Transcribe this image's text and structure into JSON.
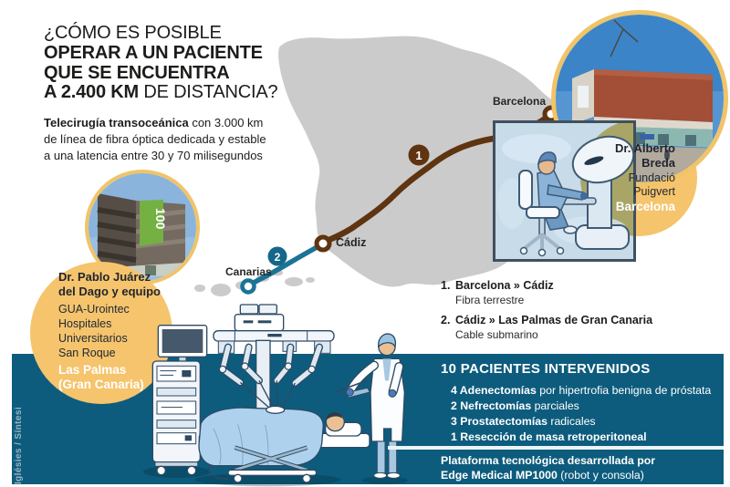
{
  "title": {
    "l1": "¿CÓMO ES POSIBLE",
    "l2": "OPERAR A UN PACIENTE",
    "l3": "QUE SE ENCUENTRA",
    "l4b": "A 2.400 KM",
    "l4r": " DE DISTANCIA?"
  },
  "intro": {
    "b": "Telecirugía transoceánica",
    "r": " con 3.000 km",
    "l2": "de línea de fibra óptica dedicada y estable",
    "l3": "a una latencia entre 30 y 70 milisegundos"
  },
  "map": {
    "barcelona": "Barcelona",
    "cadiz": "Cádiz",
    "canarias": "Canarias",
    "badge1": "1",
    "badge2": "2"
  },
  "legend": {
    "items": [
      {
        "num": "1.",
        "route": "Barcelona » Cádiz",
        "medium": "Fibra terrestre"
      },
      {
        "num": "2.",
        "route": "Cádiz » Las Palmas de Gran Canaria",
        "medium": "Cable submarino"
      }
    ]
  },
  "doctor_left": {
    "name1": "Dr. Pablo Juárez",
    "name2": "del Dago y equipo",
    "org1": "GUA-Urointec",
    "org2": "Hospitales",
    "org3": "Universitarios",
    "org4": "San Roque",
    "place1": "Las Palmas",
    "place2": "(Gran Canaria)",
    "photo_banner": "100"
  },
  "doctor_right": {
    "name1": "Dr. Alberto",
    "name2": "Breda",
    "org1": "Fundació",
    "org2": "Puigvert",
    "place": "Barcelona"
  },
  "patients": {
    "title": "10 PACIENTES INTERVENIDOS",
    "items": [
      {
        "b": "4 Adenectomías",
        "r": " por hipertrofia benigna de próstata"
      },
      {
        "b": "2 Nefrectomías",
        "r": " parciales"
      },
      {
        "b": "3 Prostatectomías",
        "r": " radicales"
      },
      {
        "b": "1 Resección de masa retroperitoneal",
        "r": ""
      }
    ]
  },
  "platform": {
    "l1": "Plataforma tecnológica desarrollada por",
    "l2b": "Edge Medical MP1000",
    "l2r": " (robot y consola)"
  },
  "credit": "Iglésies / Síntesi",
  "colors": {
    "band": "#0d5c7d",
    "route_terrestrial": "#5f3411",
    "route_submarine": "#1b7396",
    "accent_orange": "#f5c46c",
    "map_gray": "#cbcbcb"
  }
}
